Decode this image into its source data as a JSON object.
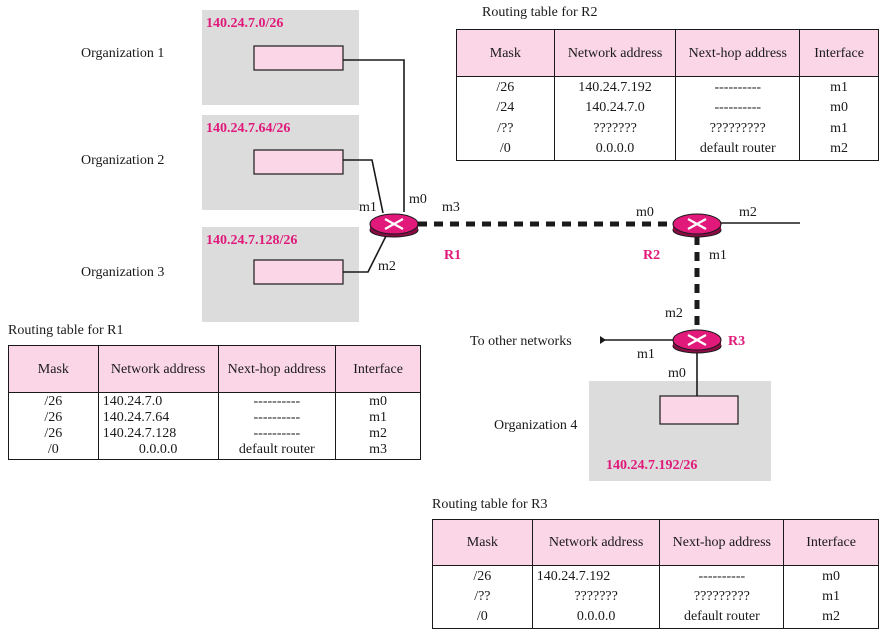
{
  "colors": {
    "prefix": "#e0197a",
    "header_bg": "#fbd6e6",
    "box_bg": "#dcdcdc",
    "node": "#fbd6e6",
    "router": "#e0197a"
  },
  "organizations": [
    {
      "label": "Organization 1",
      "prefix": "140.24.7.0/26"
    },
    {
      "label": "Organization 2",
      "prefix": "140.24.7.64/26"
    },
    {
      "label": "Organization 3",
      "prefix": "140.24.7.128/26"
    },
    {
      "label": "Organization 4",
      "prefix": "140.24.7.192/26"
    }
  ],
  "routers": {
    "r1": {
      "name": "R1",
      "ifaces": {
        "m0": "m0",
        "m1": "m1",
        "m2": "m2",
        "m3": "m3"
      }
    },
    "r2": {
      "name": "R2",
      "ifaces": {
        "m0": "m0",
        "m1": "m1",
        "m2": "m2"
      }
    },
    "r3": {
      "name": "R3",
      "ifaces": {
        "m0": "m0",
        "m1": "m1",
        "m2": "m2"
      }
    }
  },
  "other_networks": "To other networks",
  "tables": {
    "r1": {
      "title": "Routing table for R1",
      "headers": [
        "Mask",
        "Network address",
        "Next-hop address",
        "Interface"
      ],
      "rows": [
        [
          "/26",
          "140.24.7.0",
          "----------",
          "m0"
        ],
        [
          "/26",
          "140.24.7.64",
          "----------",
          "m1"
        ],
        [
          "/26",
          "140.24.7.128",
          "----------",
          "m2"
        ],
        [
          "/0",
          "0.0.0.0",
          "default router",
          "m3"
        ]
      ]
    },
    "r2": {
      "title": "Routing table for R2",
      "headers": [
        "Mask",
        "Network address",
        "Next-hop address",
        "Interface"
      ],
      "rows": [
        [
          "/26",
          "140.24.7.192",
          "----------",
          "m1"
        ],
        [
          "/24",
          "140.24.7.0",
          "----------",
          "m0"
        ],
        [
          "/??",
          "???????",
          "?????????",
          "m1"
        ],
        [
          "/0",
          "0.0.0.0",
          "default router",
          "m2"
        ]
      ]
    },
    "r3": {
      "title": "Routing table for R3",
      "headers": [
        "Mask",
        "Network address",
        "Next-hop address",
        "Interface"
      ],
      "rows": [
        [
          "/26",
          "140.24.7.192",
          "----------",
          "m0"
        ],
        [
          "/??",
          "???????",
          "?????????",
          "m1"
        ],
        [
          "/0",
          "0.0.0.0",
          "default router",
          "m2"
        ]
      ]
    }
  }
}
